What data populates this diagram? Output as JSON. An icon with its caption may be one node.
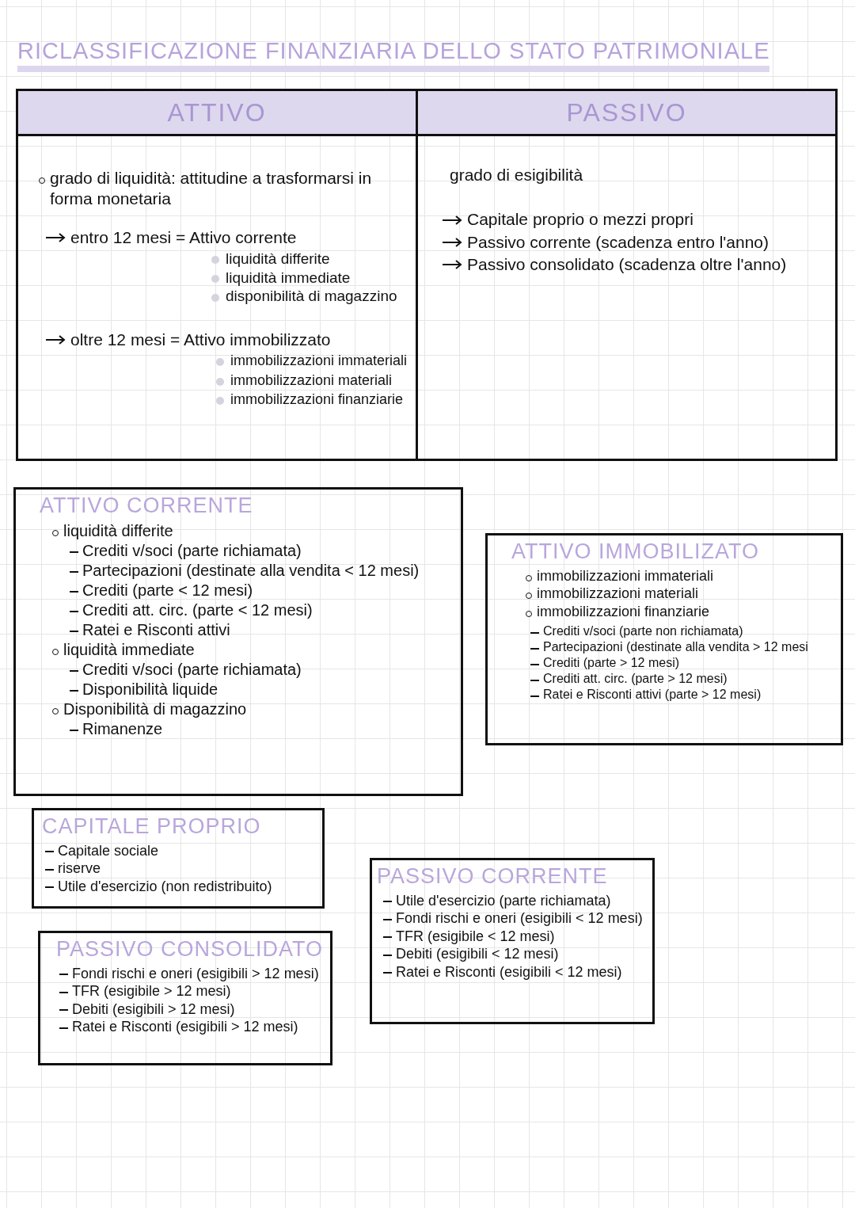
{
  "diagram": {
    "title": "RICLASSIFICAZIONE FINANZIARIA DELLO STATO PATRIMONIALE",
    "nodes": [
      {
        "text": [
          "ATTIVO",
          "grado di liquidità: attitudine a trasformarsi in forma monetaria",
          "entro 12 mesi = Attivo corrente",
          "liquidità differite",
          "liquidità immediate",
          "disponibilità di magazzino",
          "oltre 12 mesi = Attivo immobilizzato",
          "immobilizzazioni immateriali",
          "immobilizzazioni materiali",
          "immobilizzazioni finanziarie"
        ]
      },
      {
        "text": [
          "PASSIVO",
          "grado di esigibilità",
          "Capitale proprio o mezzi propri",
          "Passivo corrente (scadenza entro l'anno)",
          "Passivo consolidato (scadenza oltre l'anno)"
        ]
      },
      {
        "text": [
          "ATTIVO CORRENTE",
          "liquidità differite",
          "Crediti v/soci (parte richiamata)",
          "Partecipazioni (destinate alla vendita < 12 mesi)",
          "Crediti (parte < 12 mesi)",
          "Crediti att. circ. (parte < 12 mesi)",
          "Ratei e Risconti attivi",
          "liquidità immediate",
          "Crediti v/soci (parte richiamata)",
          "Disponibilità liquide",
          "Disponibilità di magazzino",
          "Rimanenze"
        ]
      },
      {
        "text": [
          "ATTIVO IMMOBILIZATO",
          "immobilizzazioni immateriali",
          "immobilizzazioni materiali",
          "immobilizzazioni finanziarie",
          "Crediti v/soci (parte non richiamata)",
          "Partecipazioni (destinate alla vendita > 12 mesi",
          "Crediti (parte > 12 mesi)",
          "Crediti att. circ. (parte > 12 mesi)",
          "Ratei e Risconti attivi (parte > 12 mesi)"
        ]
      },
      {
        "text": [
          "CAPITALE PROPRIO",
          "Capitale sociale",
          "riserve",
          "Utile d'esercizio (non redistribuito)"
        ]
      },
      {
        "text": [
          "PASSIVO CORRENTE",
          "Utile d'esercizio (parte richiamata)",
          "Fondi rischi e oneri (esigibili < 12 mesi)",
          "TFR (esigibile < 12 mesi)",
          "Debiti (esigibili < 12 mesi)",
          "Ratei e Risconti (esigibili < 12 mesi)"
        ]
      },
      {
        "text": [
          "PASSIVO CONSOLIDATO",
          "Fondi rischi e oneri (esigibili > 12 mesi)",
          "TFR (esigibile > 12 mesi)",
          "Debiti (esigibili > 12 mesi)",
          "Ratei e Risconti (esigibili > 12 mesi)"
        ]
      }
    ]
  }
}
